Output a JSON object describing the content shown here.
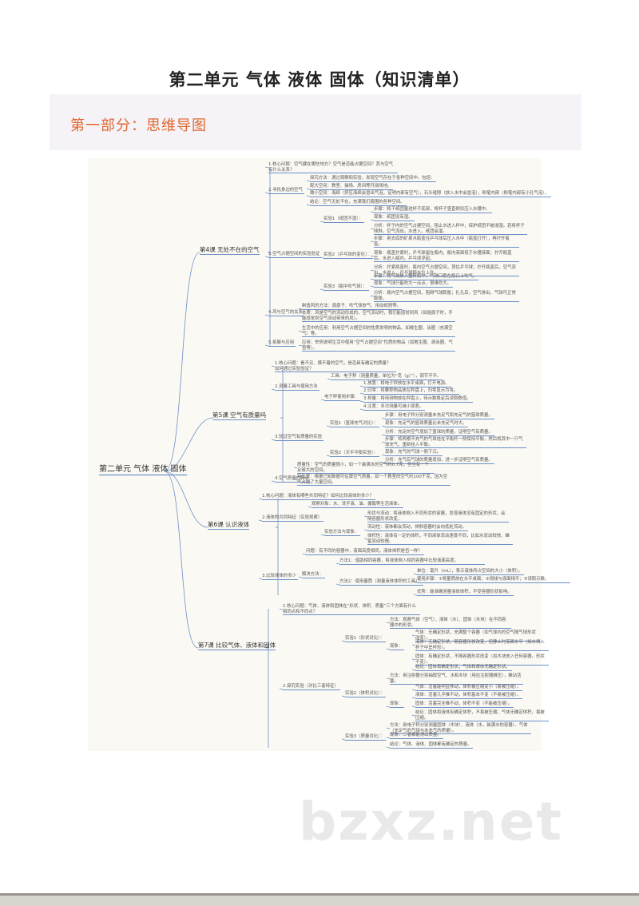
{
  "document": {
    "title": "第二单元  气体  液体  固体（知识清单）",
    "section": "第一部分：思维导图",
    "watermark": "bzxz.net"
  },
  "mindmap": {
    "root": "第二单元 气体 液体 固体",
    "lessons": [
      "第4课 无处不在的空气",
      "第5课 空气有质量吗",
      "第6课 认识液体",
      "第7课 比较气体、液体和固体"
    ],
    "l4": [
      "1.核心问题：空气藏在哪些地方？空气是否能占据空间？其与空气有什么关系？",
      "2.寻找身边的空气",
      "探究方法：通过观察和实验，发现空气存在于各种空间中。包括：",
      "配大空间：教室、操场、房间等开阔场地。",
      "微小空间：海绵（挤压海绵会冒出气泡，证明内部有空气），石头缝隙（放入水中会冒泡），粉笔内部（粉笔内部有小孔气泡）。",
      "结论：空气无处不在，充满我们周围的各种空间。",
      "3.空气占据空间的实验验证",
      "实验1（纸团不湿）：",
      "步骤：将干纸团塞进杯子底部，将杯子竖直倒扣压入水槽中。",
      "现象：纸团没有湿。",
      "分析：杯子内的空气占据空间，阻止水进入杯中，保护纸团不被浸湿。若将杯子倾斜，空气流出，水进入，纸团会湿。",
      "实验2（乒乓球的变化）：",
      "步骤：用去底的矿泉水瓶盖住乒乓球后压入水中（瓶盖打开），再拧开瓶盖。",
      "现象：瓶盖拧紧时，乒乓球留在瓶内，瓶内液面低于水槽液面；拧开瓶盖后，水进入瓶内，乒乓球浮起。",
      "分析：拧紧瓶盖时，瓶内空气占据空间，顶住乒乓球；拧开瓶盖后，空气流出，水进入，乒乓球随水位上升。",
      "实验3（瓶中吹气球）：",
      "步骤：将气球放入塑料瓶中，气球口套在瓶口上吹气。",
      "现象：气球只能吹大一点点，很难吹大。",
      "分析：瓶内空气占据空间，阻碍气球膨胀；扎孔后，空气排出，气球可正常膨胀。",
      "4.风与空气的关系",
      "制造风的方法：扇扇子、吹气球放气、用动纸屑等。",
      "本质：风是空气的流动形成的，空气流动时，我们能感觉到风（如摇扇子时，手能感觉到空气流动带来的风）。",
      "5.拓展与应用",
      "生活中的应用：利用空气占据空间的性质发明的物品，如救生圈、泳圈（充满空气）等。",
      "应用：举例说明生活中使用“空气占据空间”性质的物品（如救生圈、游泳圈、气垫等）。"
    ],
    "l5": [
      "1.核心问题：看不见、摸不着的空气，是否具有确定的质量？如何通过实验验证？",
      "2.测量工具与使用方法",
      "工具：电子秤（测量质量，单位为“克（g）”），调节不平。",
      "电子秤使用步骤：",
      "1.放置：将电子秤放在水平桌面，打开电源。",
      "2.归零：将要称物品放在秤盘上，归零显示为零。",
      "3.称量：将待测物放在秤盘上，待示数稳定后读取数值。",
      "4.注意：多次测量可减小误差。",
      "3.验证空气有质量的实验",
      "实验1（篮球充气对比）：",
      "步骤：用电子秤分别测量未充足气和充足气的篮球质量。",
      "现象：充足气的篮球质量比未充足气时大。",
      "分析：充足的空气增加了篮球的质量，证明空气有质量。",
      "实验2（天平平衡实验）：",
      "步骤：将两根不充气的气球挂在平衡杆一侧保持平衡，然后将其中一只气球充气，重新挂入平衡。",
      "现象：充气的气球一侧下沉。",
      "分析：充气后气球的质量增加，进一步证明空气有质量。",
      "4.空气质量的特点",
      "质量性：空气的质量很小，如一个装满水的空气约0.7克，但当有一个足够大的空间。",
      "可估算：根据已知数据可估算空气质量，如一个教室的空气约100千克，因为空气占据了大量空间。"
    ],
    "l6": [
      "1.核心问题：液体有哪些共同特征？如何比较液体的多少？",
      "2.液体的共同特征（实验观察）",
      "观察对象：水、洗手液、油、酱醋等生活液体。",
      "实验方法与现象：",
      "形状与流动：将液体倒入不同形状的容器，发现液体没有固定的形状，会随容器形状改变。",
      "流动性：液体都会流动，倾斜容器时会向低处流动。",
      "体积性：液体有一定的体积，不同液体流动速度不同，比如水流动较快、蜂蜜流动较慢。",
      "3.比较液体的多少",
      "问题：有不同的容器中，液面高度相同，液体体积是否一样？",
      "解决方法：",
      "方法1：借助相同容器，将液体倒入相同容器中比较液面高度。",
      "方法2：使用量筒（测量液体体积的工具）：",
      "单位：毫升（mL），表示液体所占空间的大小（体积）。",
      "使用步骤：①将量筒放在水平桌面；②视线与液面相平；③读取示数。",
      "优势：能准确测量液体体积，不受容器形状影响。"
    ],
    "l7": [
      "1.核心问题：气体、液体和固体在“形状、体积、质量”三个方面有什么相同点和不同点？",
      "2.探究实验（对比三者特征）",
      "实验1（形状对比）：",
      "方法：观察气体（空气）、液体（水）、固体（木块）在不同容器中的形状。",
      "现象：",
      "气体：无确定形状，充满整个容器（如气球内的空气随气球形状改变）。",
      "液体：无确定形状，随容器形状改变，但静止时液面水平（如水倒入杯子中呈杯形）。",
      "固体：有确定形状，不随容器形状改变（如木块放入任何容器，形状不变）。",
      "结论：固体有确定形状，气体和液体无确定形状。",
      "实验2（体积对比）：",
      "方法：用注射器分别抽取空气、水和木块（用拉注射器推压），推动活塞。",
      "现象：",
      "气体：活塞能明显移动，体积被压缩变小（易被压缩）。",
      "液体：活塞几乎推不动，体积基本不变（不易被压缩）。",
      "固体：活塞完全推不动，体积不变（不能被压缩）。",
      "结论：固体和液体有确定体积，不易被压缩；气体无确定体积，易被压缩。",
      "实验3（质量对比）：",
      "方法：用电子秤分别测量固体（木块）、液体（水，装满水的容器）、气体（充足气的气球与未充气的质量）。",
      "现象：三者都能测出质量。",
      "结论：气体、液体、固体都有确定的质量。"
    ]
  }
}
